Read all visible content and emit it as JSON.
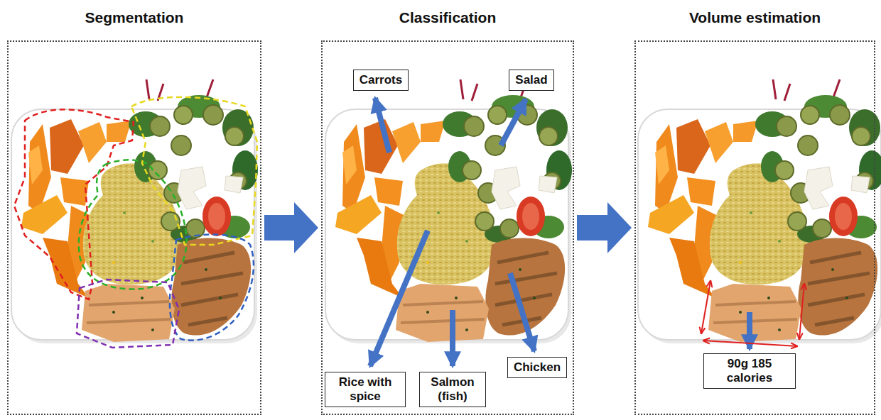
{
  "diagram": {
    "nodes": [
      {
        "text": [
          "Segmentation"
        ]
      },
      {
        "text": [
          "Classification"
        ]
      },
      {
        "text": [
          "Volume estimation"
        ]
      },
      {
        "text": [
          "Carrots"
        ],
        "in": 1
      },
      {
        "text": [
          "Salad"
        ],
        "in": 1
      },
      {
        "text": [
          "Rice with spice"
        ],
        "in": 1
      },
      {
        "text": [
          "Salmon (fish)"
        ],
        "in": 1
      },
      {
        "text": [
          "Chicken"
        ],
        "in": 1
      },
      {
        "text": [
          "90g 185 calories"
        ],
        "in": 2
      }
    ],
    "edges": [
      {
        "from": 0,
        "to": 1,
        "arrow": "to"
      },
      {
        "from": 1,
        "to": 2,
        "arrow": "to"
      }
    ]
  }
}
